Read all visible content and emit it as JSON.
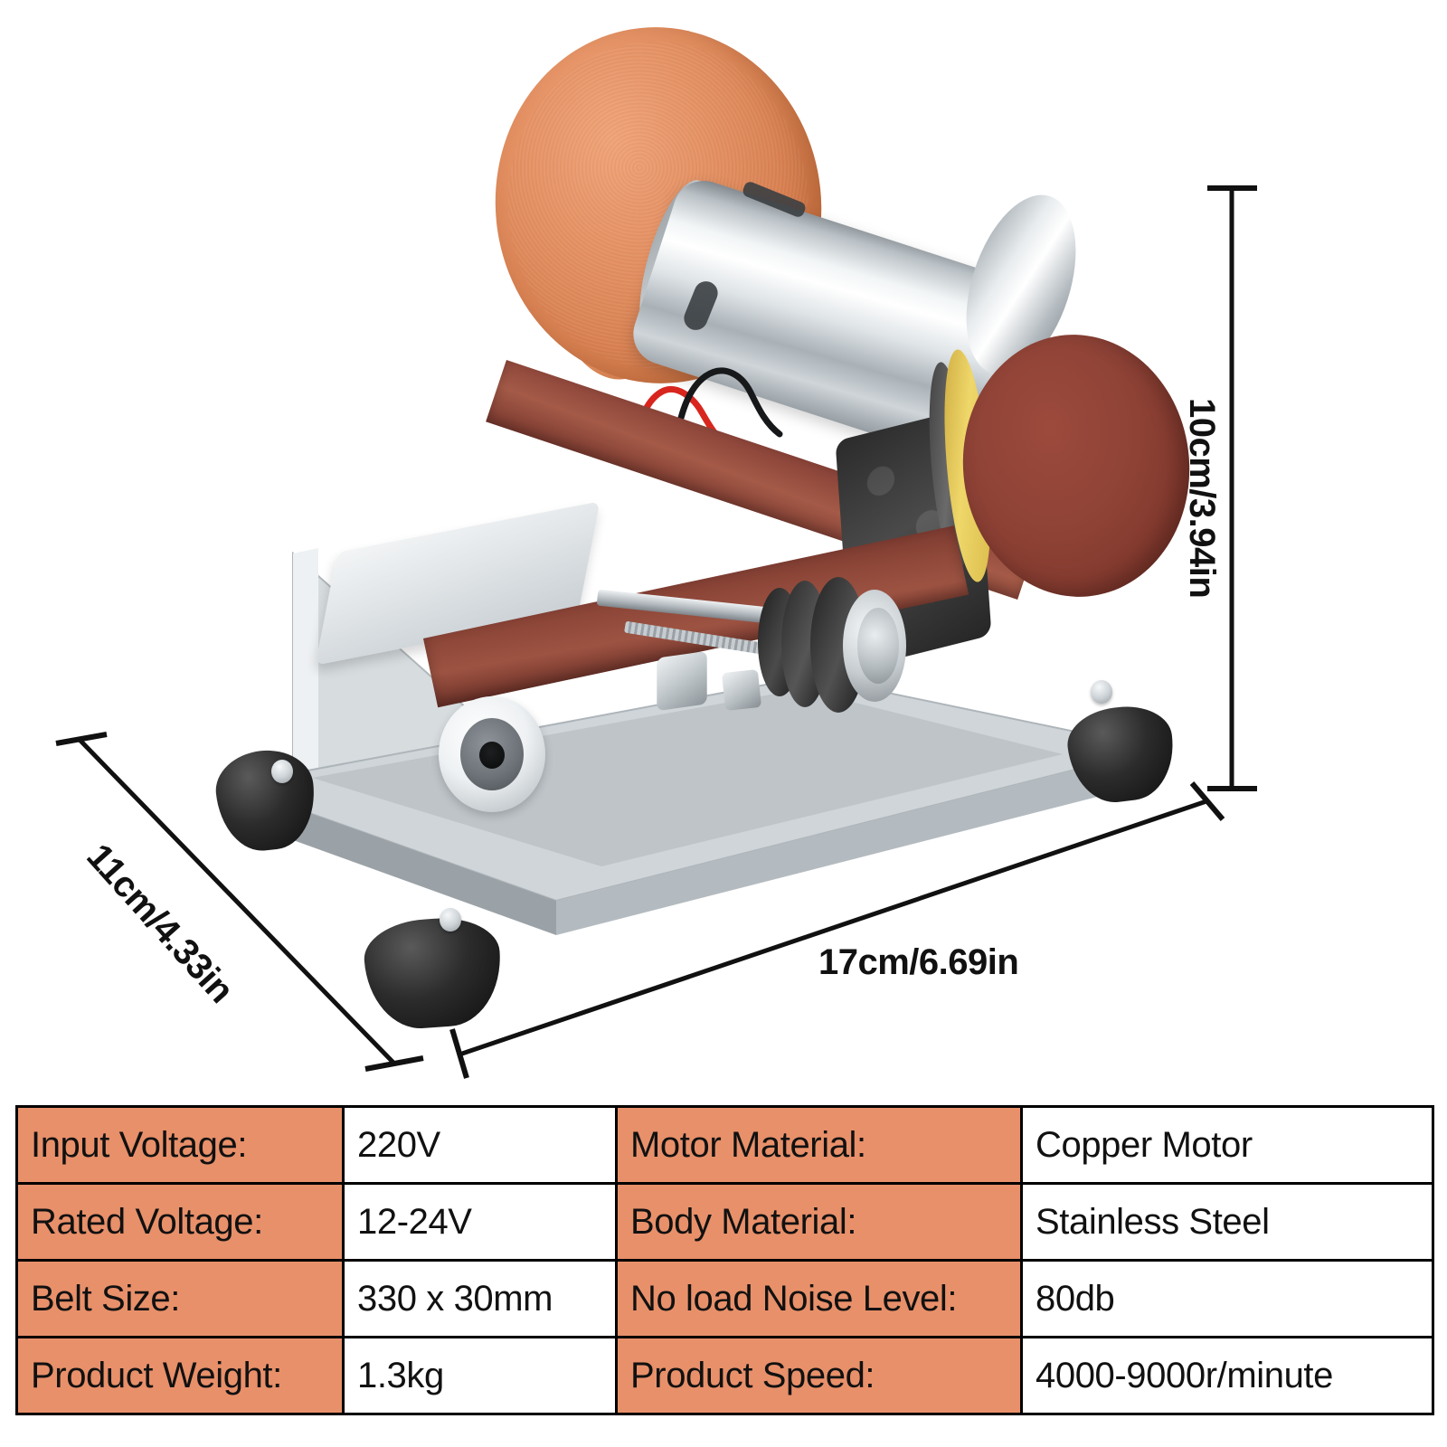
{
  "product": {
    "name": "mini-belt-sander",
    "parts": {
      "grinding_wheel": "orange-grinding-wheel",
      "motor": "chrome-dc-motor",
      "sanding_belt": "brown-abrasive-belt",
      "sanding_disc": "maroon-sanding-disc",
      "base": "stainless-steel-base-plate",
      "tool_rest": "steel-tool-rest",
      "feet": "black-rubber-feet",
      "wires": [
        "red-wire",
        "black-wire"
      ]
    }
  },
  "dimensions": {
    "height": "10cm/3.94in",
    "depth": "11cm/4.33in",
    "width": "17cm/6.69in"
  },
  "spec_table": {
    "accent_color": "#E8906A",
    "border_color": "#000000",
    "rows": [
      {
        "label_left": "Input Voltage:",
        "value_left": "220V",
        "label_right": "Motor Material:",
        "value_right": "Copper Motor"
      },
      {
        "label_left": "Rated Voltage:",
        "value_left": "12-24V",
        "label_right": "Body Material:",
        "value_right": "Stainless Steel"
      },
      {
        "label_left": "Belt Size:",
        "value_left": "330 x 30mm",
        "label_right": "No load Noise Level:",
        "value_right": "80db"
      },
      {
        "label_left": "Product Weight:",
        "value_left": "1.3kg",
        "label_right": "Product Speed:",
        "value_right": "4000-9000r/minute"
      }
    ]
  }
}
